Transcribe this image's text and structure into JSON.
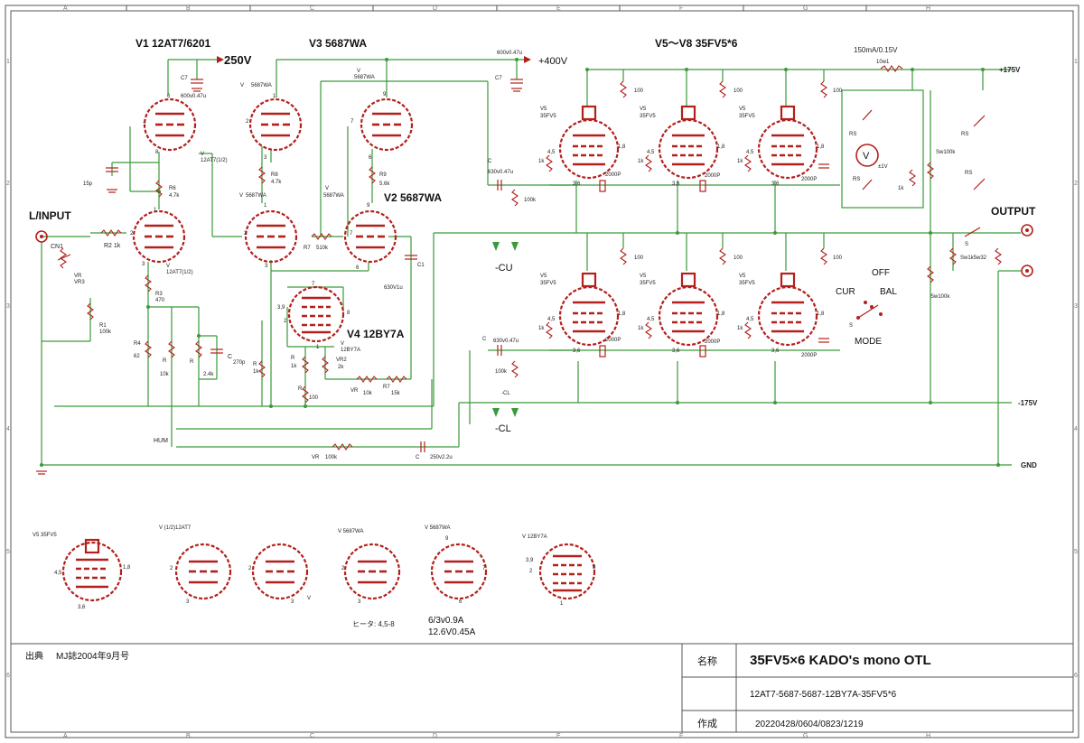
{
  "tube_labels": {
    "v1": "V1 12AT7/6201",
    "v3": "V3 5687WA",
    "v2": "V2 5687WA",
    "v4": "V4 12BY7A",
    "v5v8": "V5～V8  35FV5*6"
  },
  "rails": {
    "b250": "250V",
    "b400": "+400V",
    "p175": "+175V",
    "n175": "-175V",
    "gnd": "GND",
    "cu": "-CU",
    "cl": "-CL",
    "cl_small": "-CL",
    "meter_fuse": "150mA/0.15V"
  },
  "io": {
    "input": "L/INPUT",
    "output": "OUTPUT",
    "cn1": "CN1",
    "mode": "MODE",
    "cur": "CUR",
    "bal": "BAL",
    "off": "OFF",
    "hum": "HUM"
  },
  "parts": {
    "r2": "R2  1k",
    "vr": "VR",
    "vr3": "VR3",
    "r1": "R1",
    "r1v": "100k",
    "r3": "R3",
    "r3v": "470",
    "r4": "R4",
    "r4v": "62",
    "r": "R",
    "r10k": "10k",
    "r24k": "2.4k",
    "c270": "270p",
    "cs": "C",
    "r6": "R6",
    "r6v": "4.7k",
    "p15": "15p",
    "c7": "C7",
    "c600": "600v0.47u",
    "c600b": "600v0.47u",
    "v1half": "12AT7(1/2)",
    "v1half2": "12AT7(1/2)",
    "vsmall": "V",
    "v5687": "5687WA",
    "r8": "R8",
    "r8v": "4.7k",
    "r9": "R9",
    "r9v": "5.6k",
    "r7": "R7",
    "r7v": "510k",
    "c1": "C1",
    "c1v": "630V1u",
    "rk1": "1k",
    "r100": "100",
    "vr2": "VR2",
    "vr2v": "2k",
    "v12by7": "12BY7A",
    "vr10k": "10k",
    "r7b": "R7",
    "r15k": "15k",
    "vr100k": "100k",
    "c25": "250v2.2u",
    "c630": "630v0.47u",
    "r100k": "100k",
    "v5": "V5",
    "v35fv5": "35FV5",
    "p2000": "2000P",
    "pin45": "4,5",
    "pin18": "1,8",
    "pin36": "3,6",
    "sw": "S",
    "rs": "RS",
    "r10w": "10w1",
    "sw100k": "Sw100k",
    "sw1k": "Sw1k5w32",
    "meter": "V",
    "meterv": "±1V"
  },
  "pins": {
    "p1": "1",
    "p2": "2",
    "p3": "3",
    "p6": "6",
    "p7": "7",
    "p8": "8",
    "p9": "9",
    "p39": "3,9"
  },
  "legend": {
    "v5": "V5   35FV5",
    "v12at7": "V   (1/2)12AT7",
    "v5687a": "V    5687WA",
    "v5687b": "V    5687WA",
    "v12by7": "V    12BY7A",
    "heater": "ヒータ: 4,5-8",
    "h1": "6/3v0.9A",
    "h2": "12.6V0.45A"
  },
  "title_block": {
    "source_label": "出典",
    "source": "MJ誌2004年9月号",
    "name_label": "名称",
    "name": "35FV5×6 KADO's  mono OTL",
    "tubes": "12AT7-5687-5687-12BY7A-35FV5*6",
    "made_label": "作成",
    "dates": "20220428/0604/0823/1219"
  },
  "grid": {
    "cols": [
      "A",
      "B",
      "C",
      "D",
      "E",
      "F",
      "G",
      "H"
    ],
    "rows": [
      "1",
      "2",
      "3",
      "4",
      "5",
      "6"
    ]
  }
}
